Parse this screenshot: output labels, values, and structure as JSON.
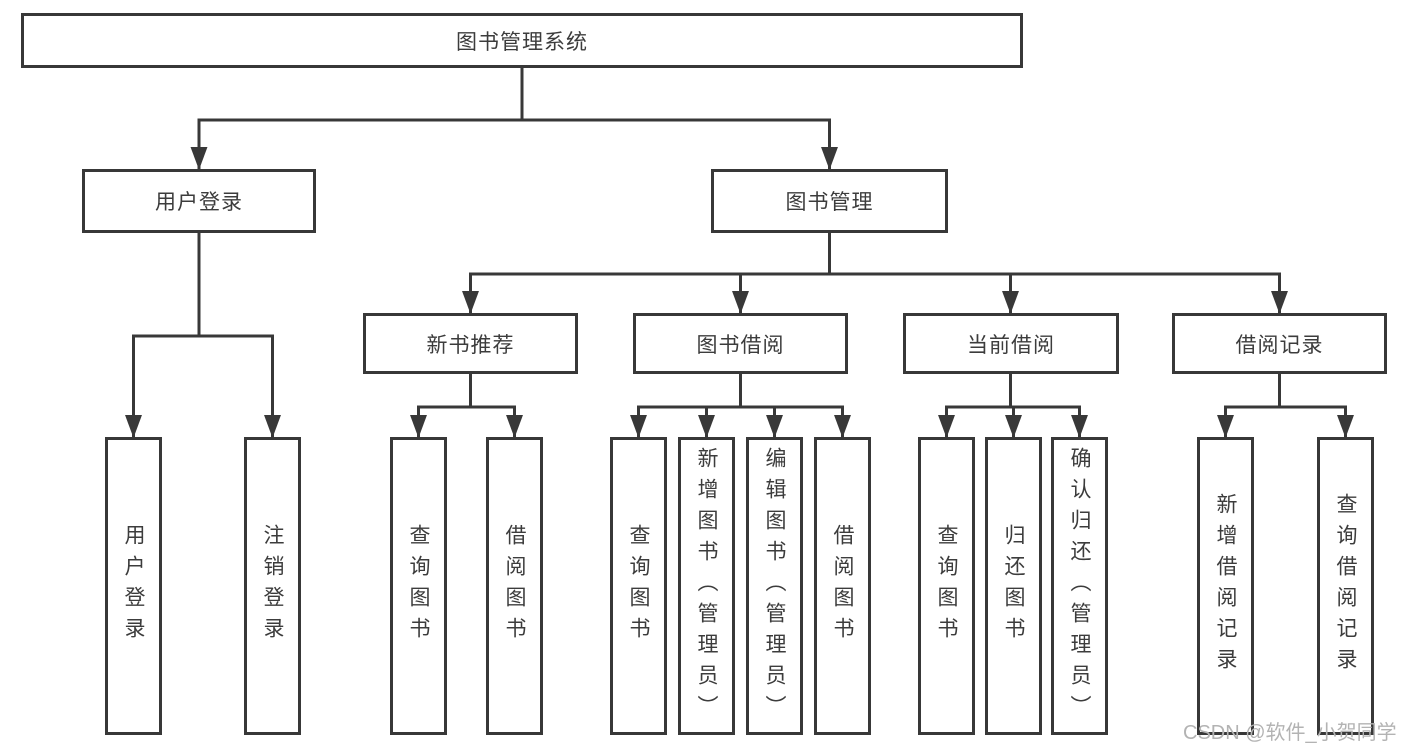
{
  "diagram": {
    "root": {
      "label": "图书管理系统"
    },
    "level2": [
      {
        "label": "用户登录"
      },
      {
        "label": "图书管理"
      }
    ],
    "level3": [
      {
        "label": "新书推荐"
      },
      {
        "label": "图书借阅"
      },
      {
        "label": "当前借阅"
      },
      {
        "label": "借阅记录"
      }
    ],
    "leaves": {
      "user_login": [
        {
          "label": "用户登录"
        },
        {
          "label": "注销登录"
        }
      ],
      "new_book_recommend": [
        {
          "label": "查询图书"
        },
        {
          "label": "借阅图书"
        }
      ],
      "book_borrow": [
        {
          "label": "查询图书"
        },
        {
          "label": "新增图书（管理员）"
        },
        {
          "label": "编辑图书（管理员）"
        },
        {
          "label": "借阅图书"
        }
      ],
      "current_borrow": [
        {
          "label": "查询图书"
        },
        {
          "label": "归还图书"
        },
        {
          "label": "确认归还（管理员）"
        }
      ],
      "borrow_record": [
        {
          "label": "新增借阅记录"
        },
        {
          "label": "查询借阅记录"
        }
      ]
    },
    "watermark": "CSDN @软件_小贺同学",
    "colors": {
      "line": "#383838",
      "text": "#3c3c3c",
      "watermark": "#b3b3b3",
      "background": "#ffffff"
    }
  }
}
